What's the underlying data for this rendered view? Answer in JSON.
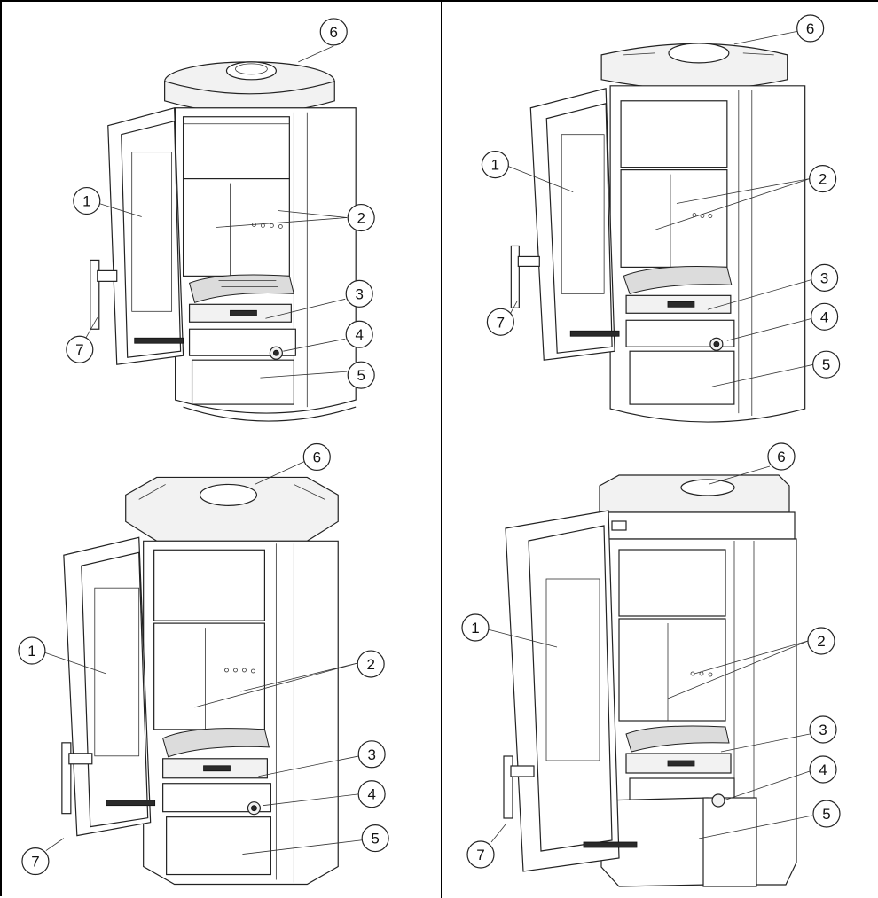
{
  "panels": [
    {
      "id": "round",
      "callouts": [
        "1",
        "2",
        "3",
        "4",
        "5",
        "6",
        "7"
      ]
    },
    {
      "id": "rounded-square",
      "callouts": [
        "1",
        "2",
        "3",
        "4",
        "5",
        "6",
        "7"
      ]
    },
    {
      "id": "octagonal",
      "callouts": [
        "1",
        "2",
        "3",
        "4",
        "5",
        "6",
        "7"
      ]
    },
    {
      "id": "square",
      "callouts": [
        "1",
        "2",
        "3",
        "4",
        "5",
        "6",
        "7"
      ]
    }
  ],
  "colors": {
    "line": "#222222",
    "background": "#ffffff",
    "border": "#000000"
  }
}
